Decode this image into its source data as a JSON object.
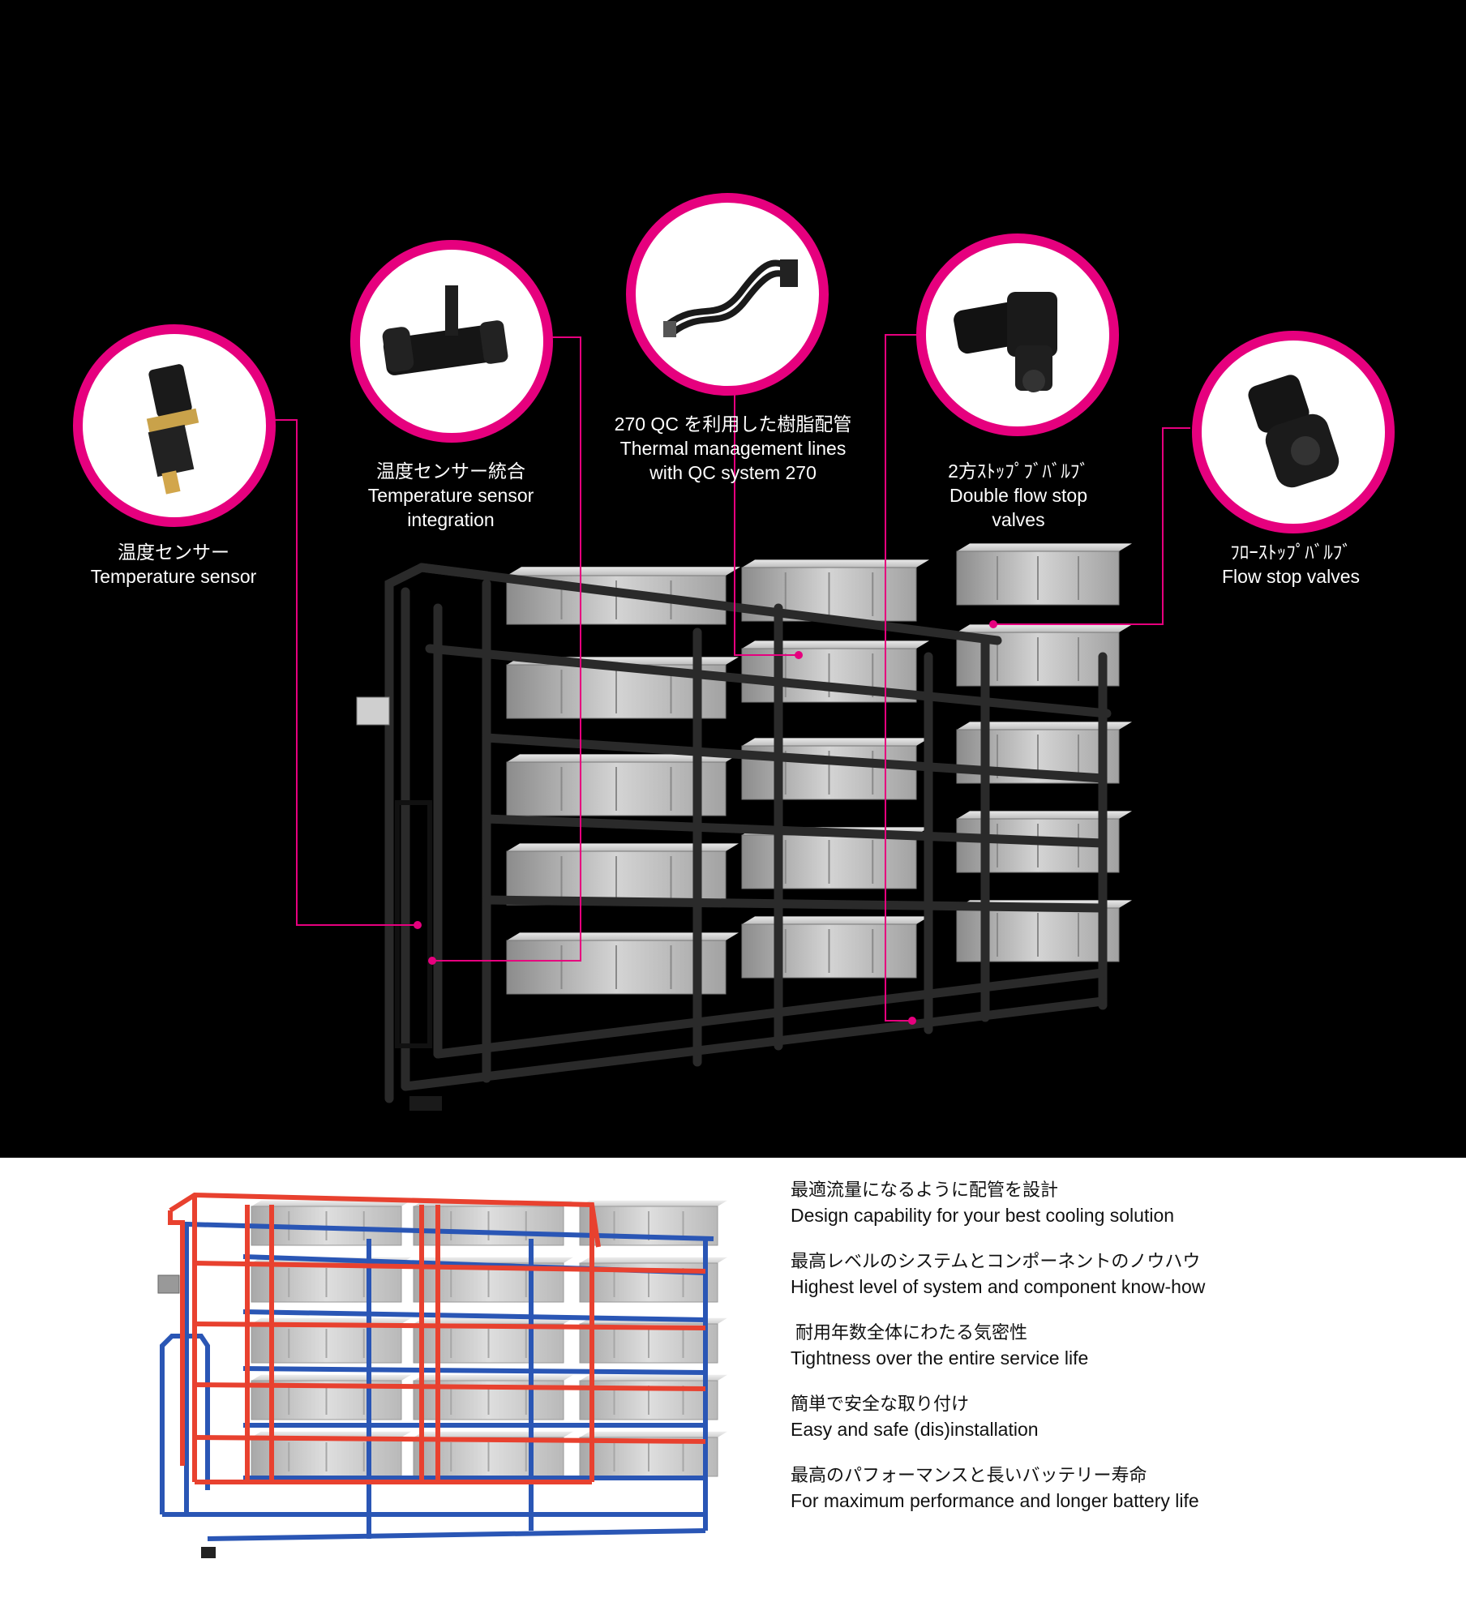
{
  "colors": {
    "accent": "#e6007e",
    "background_top": "#000000",
    "background_bottom": "#ffffff",
    "hot_line": "#e8412f",
    "cold_line": "#2a56b5"
  },
  "components": [
    {
      "icon": "temperature-sensor-icon",
      "ja": "温度センサー",
      "en": [
        "Temperature sensor"
      ]
    },
    {
      "icon": "sensor-integration-icon",
      "ja": "温度センサー統合",
      "en": [
        "Temperature sensor",
        "integration"
      ]
    },
    {
      "icon": "thermal-lines-icon",
      "ja": "270 QC を利用した樹脂配管",
      "en": [
        "Thermal management lines",
        "with QC system 270"
      ]
    },
    {
      "icon": "double-valve-icon",
      "ja": "2方ｽﾄｯﾌﾟﾌﾞﾊﾞﾙﾌﾞ",
      "en": [
        "Double flow stop",
        "valves"
      ]
    },
    {
      "icon": "flow-valve-icon",
      "ja": "ﾌﾛｰｽﾄｯﾌﾟﾊﾞﾙﾌﾞ",
      "en": [
        "Flow stop valves"
      ]
    }
  ],
  "features": [
    {
      "ja": "最適流量になるように配管を設計",
      "en": "Design capability for your best cooling solution"
    },
    {
      "ja": "最高レベルのシステムとコンポーネントのノウハウ",
      "en": "Highest level of system and component know-how"
    },
    {
      "ja": "耐用年数全体にわたる気密性",
      "en": "Tightness over the entire service life"
    },
    {
      "ja": "簡単で安全な取り付け",
      "en": "Easy and safe (dis)installation"
    },
    {
      "ja": "最高のパフォーマンスと長いバッテリー寿命",
      "en": "For maximum performance and longer battery life"
    }
  ]
}
